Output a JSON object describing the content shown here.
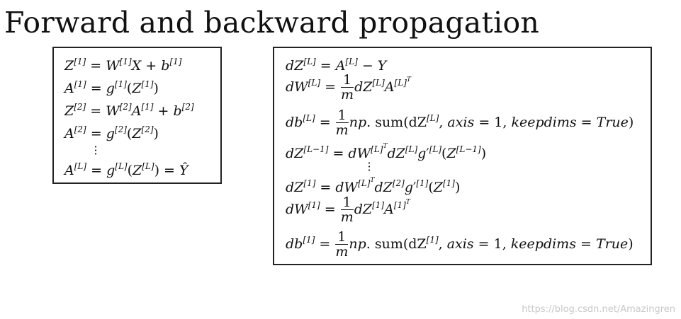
{
  "title": "Forward and backward propagation",
  "forward": {
    "eq1": "Z[1] = W[1]X + b[1]",
    "eq2": "A[1] = g[1](Z[1])",
    "eq3": "Z[2] = W[2]A[1] + b[2]",
    "eq4": "A[2] = g[2](Z[2])",
    "dots": "⋮",
    "eq5": "A[L] = g[L](Z[L]) = Ŷ"
  },
  "backward": {
    "eq1": "dZ[L] = A[L] − Y",
    "eq2": "dW[L] = 1/m dZ[L]A[L]T",
    "eq3": "db[L] = 1/m np.sum(dZ[L], axis = 1, keepdims = True)",
    "eq4": "dZ[L−1] = dW[L]T dZ[L]g′[L](Z[L−1])",
    "dots": "⋮",
    "eq5": "dZ[1] = dW[L]T dZ[2]g′[1](Z[1])",
    "eq6": "dW[1] = 1/m dZ[1]A[1]T",
    "eq7": "db[1] = 1/m np.sum(dZ[1], axis = 1, keepdims = True)"
  },
  "watermark": "https://blog.csdn.net/Amazingren"
}
